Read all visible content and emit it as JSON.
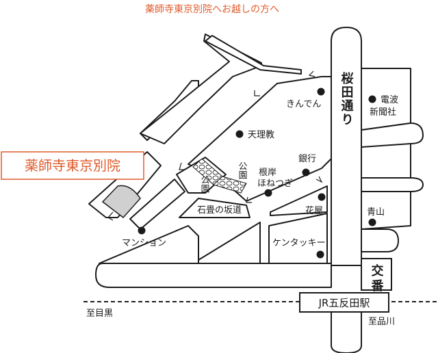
{
  "title": "薬師寺東京別院へお越しの方へ",
  "temple_label": "薬師寺東京別院",
  "street": "桜田通り",
  "crossing": "交番",
  "station": "JR五反田駅",
  "direction_left": "至目黒",
  "direction_right": "至品川",
  "landmarks": {
    "kinden": "きんでん",
    "denpa": "電波",
    "denpa2": "新聞社",
    "tenrikyo": "天理教",
    "bank": "銀行",
    "park1": "公園",
    "park2": "公園",
    "nagishi": "根岸",
    "honetsugi": "ほねつぎ",
    "hanaya": "花屋",
    "aoyama": "青山",
    "slope": "石畳の坂道",
    "mansion": "マンション",
    "kfc": "ケンタッキー"
  },
  "colors": {
    "accent": "#e05a2a",
    "temple_fill": "#d0d0d0",
    "ink": "#1a1a1a"
  }
}
